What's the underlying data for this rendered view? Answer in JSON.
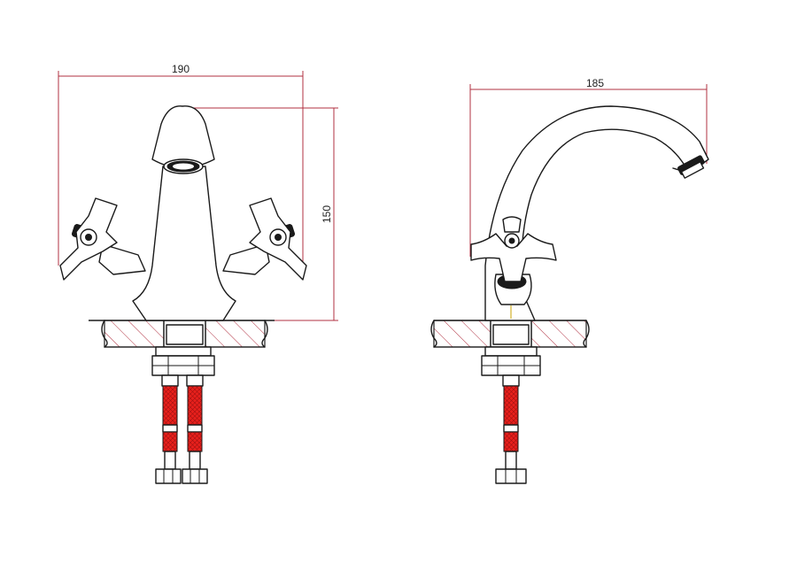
{
  "dimensions": {
    "front_width": "190",
    "front_height": "150",
    "side_width": "185"
  },
  "colors": {
    "outline": "#1a1a1a",
    "dimension_line": "#b03040",
    "hatch": "#b03040",
    "hose": "#e8201c",
    "background": "#ffffff"
  }
}
